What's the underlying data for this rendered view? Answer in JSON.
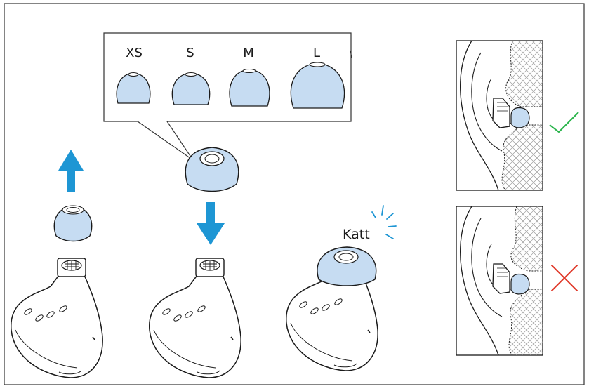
{
  "sizes": {
    "xs": "XS",
    "s": "S",
    "m": "M",
    "l": "L"
  },
  "click_label": "Katt",
  "colors": {
    "tip_fill": "#c6dcf2",
    "arrow": "#1e96d4",
    "check": "#28b44a",
    "cross": "#e03a2b",
    "line": "#1a1a1a"
  },
  "icons": {
    "up": "arrow-up-icon",
    "down": "arrow-down-icon",
    "correct": "checkmark-icon",
    "wrong": "cross-icon",
    "click": "click-burst-icon"
  }
}
